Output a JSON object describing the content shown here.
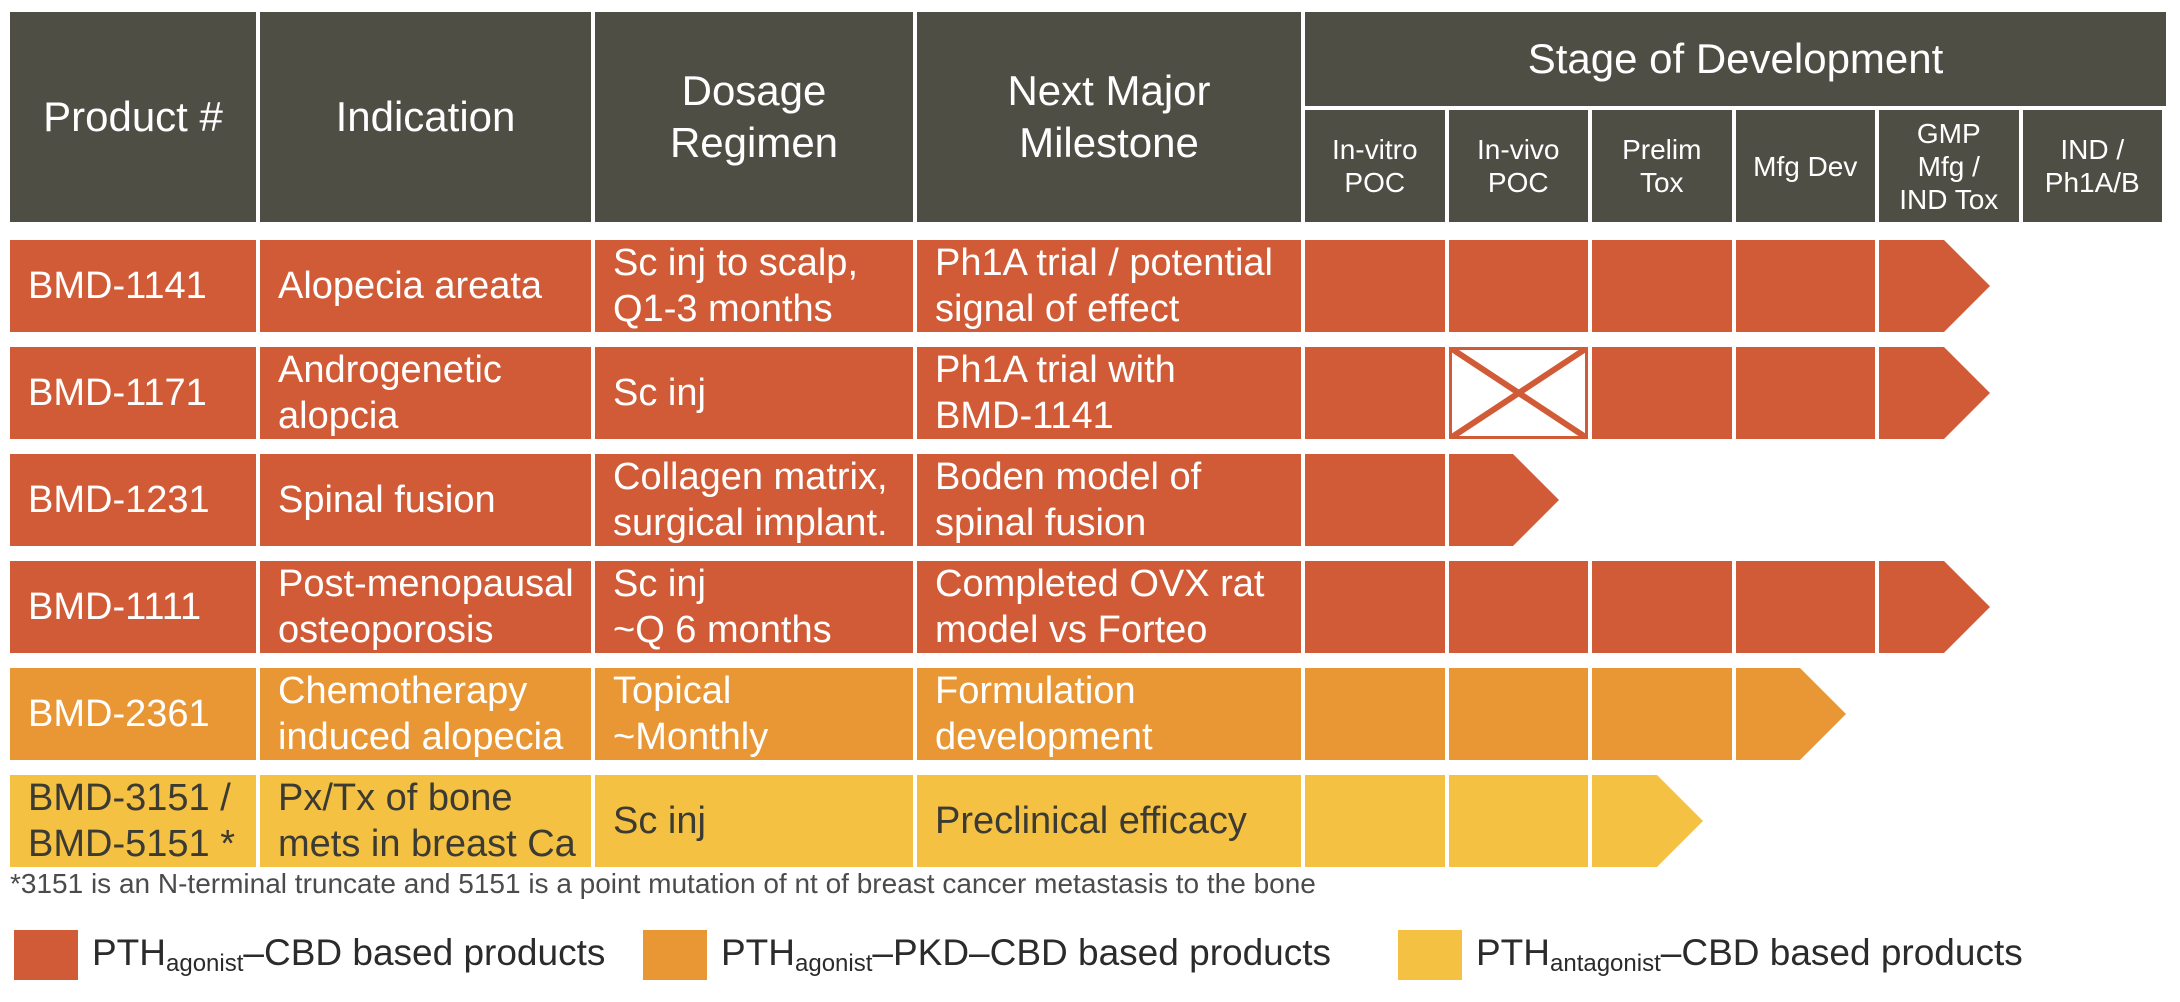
{
  "colors": {
    "header": "#4f4e45",
    "pth_agonist_cbd": "#d25b37",
    "pth_agonist_pkd_cbd": "#e99634",
    "pth_antagonist_cbd": "#f4c143"
  },
  "header": {
    "product": "Product #",
    "indication": "Indication",
    "dosage": "Dosage\nRegimen",
    "milestone": "Next Major\nMilestone",
    "stage": "Stage of Development",
    "stages": [
      "In-vitro\nPOC",
      "In-vivo\nPOC",
      "Prelim\nTox",
      "Mfg Dev",
      "GMP\nMfg /\nIND Tox",
      "IND /\nPh1A/B"
    ]
  },
  "rows": [
    {
      "product": "BMD-1141",
      "indication": "Alopecia areata",
      "dosage": "Sc inj to scalp,\nQ1-3 months",
      "milestone": "Ph1A trial / potential\nsignal of effect",
      "category": "pth_agonist_cbd",
      "stages_complete": 4,
      "arrow_into_stage": 5,
      "gap_stage": null
    },
    {
      "product": "BMD-1171",
      "indication": "Androgenetic\nalopcia",
      "dosage": "Sc inj",
      "milestone": "Ph1A trial with\nBMD-1141",
      "category": "pth_agonist_cbd",
      "stages_complete": 4,
      "arrow_into_stage": 5,
      "gap_stage": 2
    },
    {
      "product": "BMD-1231",
      "indication": "Spinal fusion",
      "dosage": "Collagen matrix,\nsurgical implant.",
      "milestone": "Boden model of\nspinal fusion",
      "category": "pth_agonist_cbd",
      "stages_complete": 1,
      "arrow_into_stage": 2,
      "gap_stage": null
    },
    {
      "product": "BMD-1111",
      "indication": "Post-menopausal\nosteoporosis",
      "dosage": "Sc inj\n~Q 6 months",
      "milestone": "Completed OVX rat\nmodel vs Forteo",
      "category": "pth_agonist_cbd",
      "stages_complete": 4,
      "arrow_into_stage": 5,
      "gap_stage": null
    },
    {
      "product": "BMD-2361",
      "indication": "Chemotherapy\ninduced alopecia",
      "dosage": "Topical\n~Monthly",
      "milestone": "Formulation\ndevelopment",
      "category": "pth_agonist_pkd_cbd",
      "stages_complete": 3,
      "arrow_into_stage": 4,
      "gap_stage": null
    },
    {
      "product": "BMD-3151 /\nBMD-5151 *",
      "indication": "Px/Tx of bone\nmets in breast Ca",
      "dosage": "Sc inj",
      "milestone": "Preclinical efficacy",
      "category": "pth_antagonist_cbd",
      "stages_complete": 2,
      "arrow_into_stage": 3,
      "gap_stage": null
    }
  ],
  "footnote": "*3151 is an N-terminal truncate and 5151 is a point mutation of nt of breast cancer metastasis to the bone",
  "legend": [
    {
      "key": "pth_agonist_cbd",
      "prefix": "PTH",
      "sub": "agonist",
      "suffix": "–CBD based products"
    },
    {
      "key": "pth_agonist_pkd_cbd",
      "prefix": "PTH",
      "sub": "agonist",
      "suffix": "–PKD–CBD based products"
    },
    {
      "key": "pth_antagonist_cbd",
      "prefix": "PTH",
      "sub": "antagonist",
      "suffix": "–CBD based products"
    }
  ]
}
